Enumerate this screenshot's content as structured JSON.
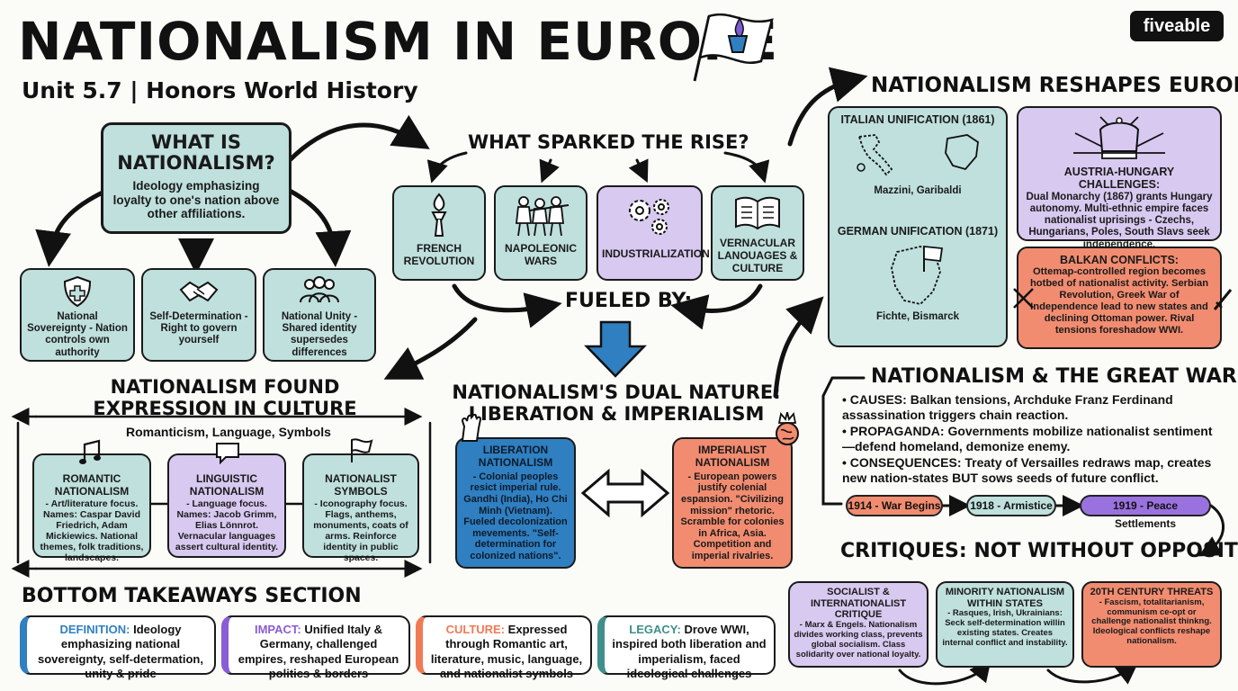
{
  "header": {
    "title": "NATIONALISM IN EUROPE",
    "subtitle": "Unit 5.7 | Honors World History",
    "brand": "fiveable",
    "flag_icon": "flag-with-torch-icon"
  },
  "what_is": {
    "title": "WHAT IS NATIONALISM?",
    "definition": "Ideology emphasizing loyalty to one's nation above other affiliations.",
    "cards": [
      {
        "icon": "shield-cross-icon",
        "text": "National Sovereignty - Nation controls own authority"
      },
      {
        "icon": "handshake-icon",
        "text": "Self-Determination - Right to govern yourself"
      },
      {
        "icon": "people-group-icon",
        "text": "National Unity - Shared identity supersedes differences"
      }
    ]
  },
  "sparked": {
    "title": "WHAT SPARKED THE RISE?",
    "causes": [
      {
        "icon": "torch-icon",
        "label": "FRENCH REVOLUTION"
      },
      {
        "icon": "soldiers-icon",
        "label": "NAPOLEONIC WARS"
      },
      {
        "icon": "gears-icon",
        "label": "INDUSTRIALIZATION"
      },
      {
        "icon": "open-book-icon",
        "label": "VERNACULAR LANOUAGES & CULTURE"
      }
    ],
    "fueled_by": "FUELED BY:"
  },
  "dual": {
    "title": "NATIONALISM'S DUAL NATURE: LIBERATION & IMPERIALISM",
    "liberation_title": "LIBERATION NATIONALISM",
    "liberation_text": "- Colonial peoples resict imperial rule. Gandhi (India), Ho Chi Minh (Vietnam). Fueled decolonization mevements. \"Self-determination for colonized nations\".",
    "imperialist_title": "IMPERIALIST NATIONALISM",
    "imperialist_text": "- European powers justify colenial espansion. \"Civilizing mission\" rhetoric. Scramble for colonies in Africa, Asia. Competition and imperial rivalries."
  },
  "culture": {
    "title": "NATIONALISM FOUND EXPRESSION IN CULTURE",
    "subtitle": "Romanticism, Language, Symbols",
    "cards": [
      {
        "icon": "music-note-icon",
        "title": "ROMANTIC NATIONALISM",
        "text": "- Art/literature focus. Names: Caspar David Friedrich, Adam Mickiewics. National themes, folk traditions, landscapes."
      },
      {
        "icon": "speech-bubble-icon",
        "title": "LINGUISTIC NATIONALISM",
        "text": "- Language focus. Names: Jacob Grimm, Elias Lönnrot. Vernacular languages assert cultural identity."
      },
      {
        "icon": "flag-icon",
        "title": "NATIONALIST SYMBOLS",
        "text": "- Iconography focus. Flags, anthems, monuments, coats of arms. Reinforce identity in public spaces."
      }
    ]
  },
  "reshapes": {
    "title": "NATIONALISM RESHAPES EUROPE",
    "italian_title": "ITALIAN UNIFICATION (1861)",
    "italian_names": "Mazzini, Garibaldi",
    "german_title": "GERMAN UNIFICATION (1871)",
    "german_names": "Fichte, Bismarck",
    "austria_title": "AUSTRIA-HUNGARY CHALLENGES:",
    "austria_text": "Dual Monarchy (1867) grants Hungary autonomy. Multi-ethnic empire faces nationalist uprisings - Czechs, Hungarians, Poles, South Slavs seek independence.",
    "balkan_title": "BALKAN CONFLICTS:",
    "balkan_text": "Ottemap-controlled region becomes hotbed of nationalist activity. Serbian Revolution, Greek War of Independence lead to new states and declining Ottoman power. Rival tensions foreshadow WWI."
  },
  "great_war": {
    "title": "NATIONALISM & THE GREAT WAR",
    "bullets": [
      {
        "label": "CAUSES:",
        "text": "Balkan tensions, Archduke Franz Ferdinand assassination triggers chain reaction."
      },
      {
        "label": "PROPAGANDA:",
        "text": "Governments mobilize nationalist sentiment—defend homeland, demonize enemy."
      },
      {
        "label": "CONSEQUENCES:",
        "text": "Treaty of Versailles redraws map, creates new nation-states BUT sows seeds of future conflict."
      }
    ],
    "timeline": [
      "1914 - War Begins",
      "1918 - Armistice",
      "1919 - Peace Settlements"
    ]
  },
  "critiques": {
    "title": "CRITIQUES: NOT WITHOUT OPPOSITION",
    "cards": [
      {
        "title": "SOCIALIST & INTERNATIONALIST CRITIQUE",
        "text": "- Marx & Engels. Nationalism divides working class, prevents global socialism. Class solidarity over national loyalty."
      },
      {
        "title": "MINORITY NATIONALISM WITHIN STATES",
        "text": "- Rasques, Irish, Ukrainians: Seck self-determination willin existing states. Creates internal conflict and instability."
      },
      {
        "title": "20TH CENTURY THREATS",
        "text": "- Fascism, totalitarianism, communism ce-opt or challenge nationalist thinkng. Ideological conflicts reshape nationalism."
      }
    ]
  },
  "takeaways": {
    "title": "BOTTOM TAKEAWAYS SECTION",
    "items": [
      {
        "label": "DEFINITION:",
        "text": "Ideology emphasizing national sovereignty, self-determation, unity & pride",
        "color": "#2f7fc1"
      },
      {
        "label": "IMPACT:",
        "text": "Unified Italy & Germany, challenged empires, reshaped European politics & borders",
        "color": "#8a5cd6"
      },
      {
        "label": "CULTURE:",
        "text": "Expressed through Romantic art, literature, music, language, and nationalist symbols",
        "color": "#f07a55"
      },
      {
        "label": "LEGACY:",
        "text": "Drove WWI, inspired both liberation and imperialism, faced ideological challenges",
        "color": "#3f8f8a"
      }
    ]
  },
  "colors": {
    "teal": "#bfe0dd",
    "purple": "#d8c9f0",
    "salmon": "#f18c70",
    "blue": "#2f7fc1"
  }
}
